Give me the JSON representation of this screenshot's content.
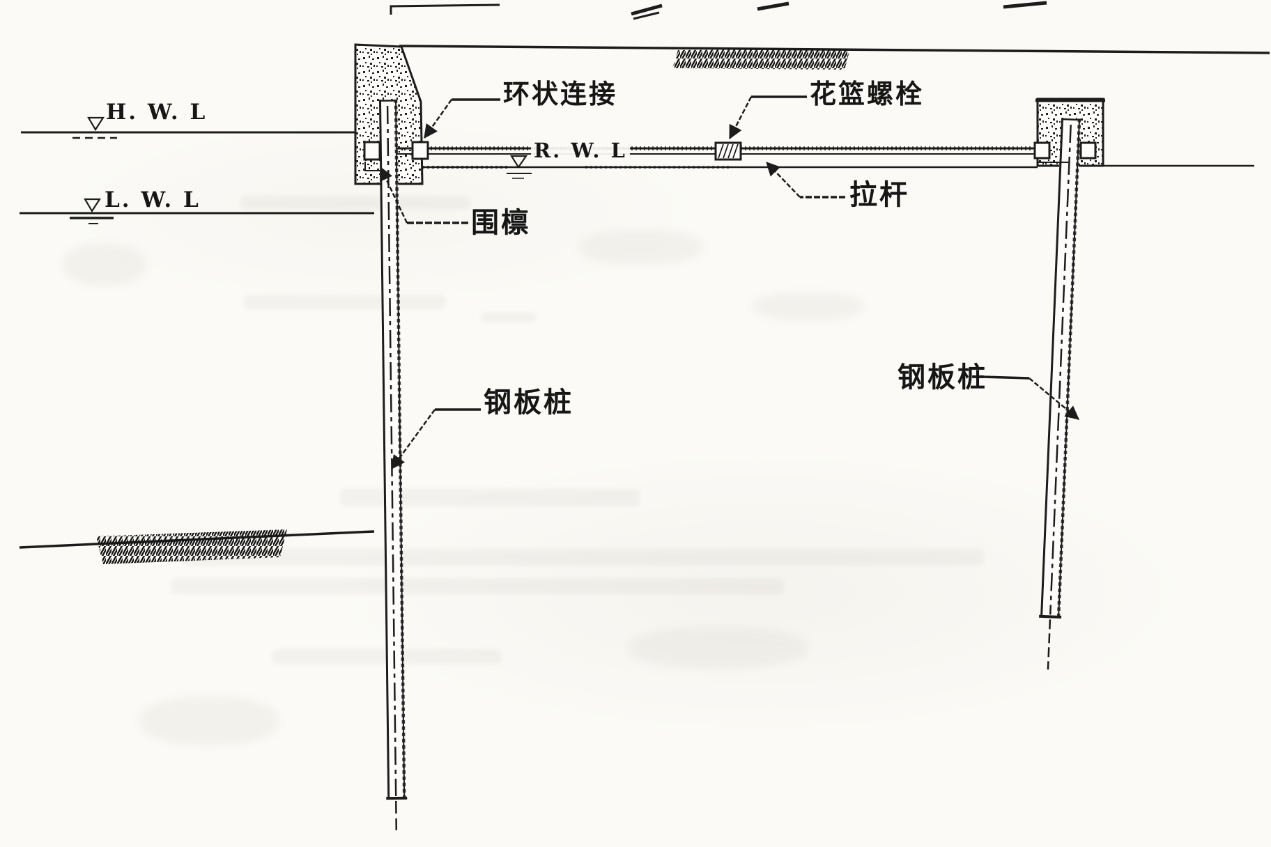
{
  "figure": {
    "kind": "scanned engineering section drawing",
    "description": "anchored steel sheet pile wall section with tie rod"
  },
  "water_levels": {
    "high": "H. W. L",
    "low": "L. W. L",
    "residual": "R. W. L"
  },
  "annotations": {
    "ring_connection": "环状连接",
    "turnbuckle": "花篮螺栓",
    "tie_rod": "拉杆",
    "waler": "围檩",
    "sheet_pile_left": "钢板桩",
    "sheet_pile_right": "钢板桩"
  },
  "colors": {
    "ink": "#1c1c1c",
    "paper": "#fbfaf6"
  }
}
